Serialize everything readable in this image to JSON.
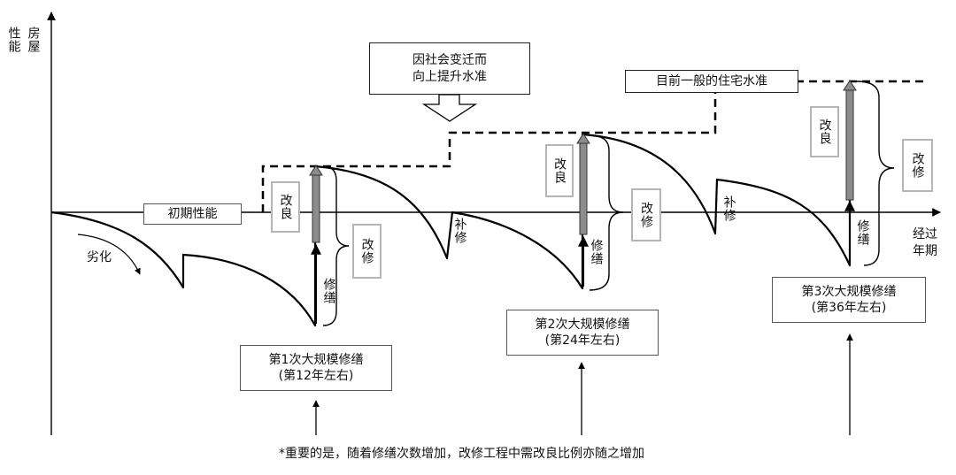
{
  "axis": {
    "y_label_col1": "性能",
    "y_label_col2": "房屋",
    "x_label_line1": "经过",
    "x_label_line2": "年期"
  },
  "labels": {
    "initial_performance": "初期性能",
    "deterioration": "劣化",
    "society_change_line1": "因社会变迁而",
    "society_change_line2": "向上提升水准",
    "current_standard": "目前一般的住宅水准",
    "improvement": "改良",
    "renovation": "改修",
    "repair": "修缮",
    "patch_repair": "补修"
  },
  "major_repairs": [
    {
      "title": "第1次大规模修缮",
      "period": "(第12年左右)"
    },
    {
      "title": "第2次大规模修缮",
      "period": "(第24年左右)"
    },
    {
      "title": "第3次大规模修缮",
      "period": "(第36年左右)"
    }
  ],
  "footnote": "*重要的是，随着修缮次数增加，改修工程中需改良比例亦随之增加"
}
